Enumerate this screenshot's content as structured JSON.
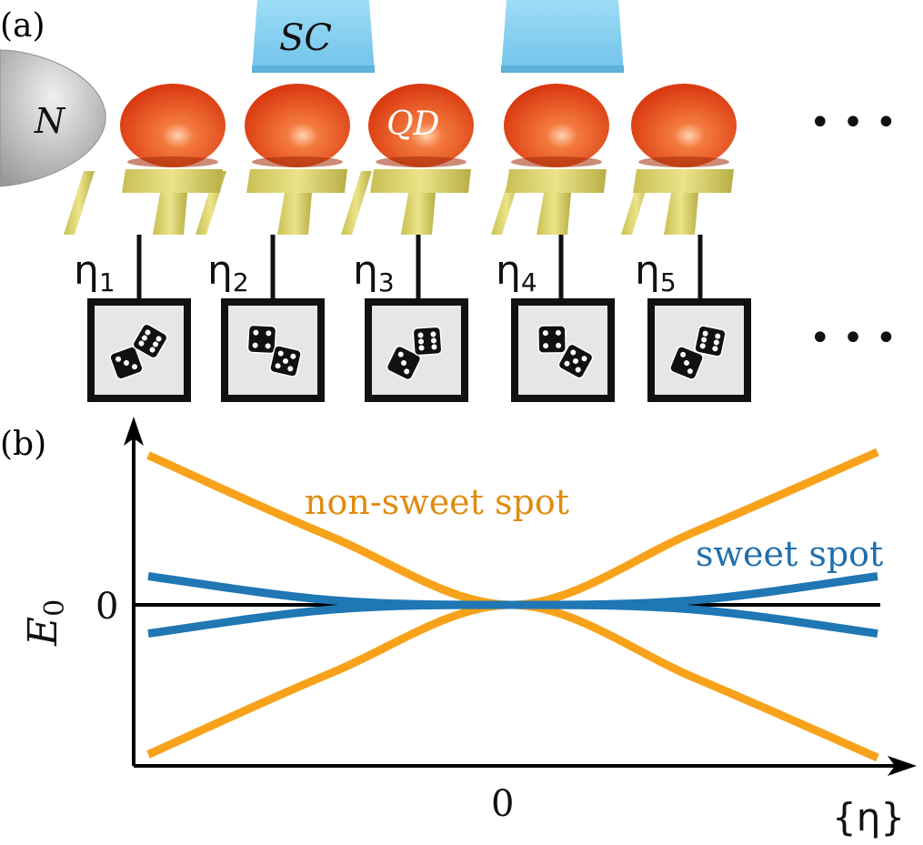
{
  "panel_a": {
    "label": "(a)",
    "lead_label": "N",
    "superconductor_label": "SC",
    "dot_label": "QD",
    "dot_count": 5,
    "ellipsis": "• • •",
    "disorder": [
      {
        "symbol": "η",
        "index": "1"
      },
      {
        "symbol": "η",
        "index": "2"
      },
      {
        "symbol": "η",
        "index": "3"
      },
      {
        "symbol": "η",
        "index": "4"
      },
      {
        "symbol": "η",
        "index": "5"
      }
    ],
    "die_icon": "dice-icon",
    "colors": {
      "dot": "#e4491b",
      "superconductor": "#8ed3f0",
      "gate": "#d9d36a",
      "lead": "#b9b9b9",
      "dice_box": "#e8e8e8"
    }
  },
  "panel_b": {
    "label": "(b)",
    "ylabel": "E",
    "ylabel_sub": "0",
    "xlabel": "{η}",
    "x_tick": "0",
    "y_tick": "0",
    "label_nonsweet": "non-sweet spot",
    "label_sweet": "sweet spot",
    "colors": {
      "nonsweet": "#f7a21b",
      "sweet": "#1f77b4",
      "axis": "#000000"
    }
  },
  "chart_data": {
    "type": "line",
    "x_range": [
      -1,
      1
    ],
    "y_range": [
      -1,
      1
    ],
    "series": [
      {
        "name": "non-sweet spot",
        "x": [
          -1,
          -0.5,
          0,
          0.5,
          1
        ],
        "y": [
          0.94,
          0.43,
          0,
          0.46,
          0.96
        ]
      },
      {
        "name": "non-sweet spot",
        "x": [
          -1,
          -0.5,
          0,
          0.5,
          1
        ],
        "y": [
          -0.94,
          -0.43,
          0,
          -0.46,
          -0.96
        ]
      },
      {
        "name": "sweet spot",
        "x": [
          -1,
          -0.5,
          0,
          0.5,
          1
        ],
        "y": [
          0.18,
          0.03,
          0,
          0.03,
          0.18
        ]
      },
      {
        "name": "sweet spot",
        "x": [
          -1,
          -0.5,
          0,
          0.5,
          1
        ],
        "y": [
          -0.18,
          -0.03,
          0,
          -0.03,
          -0.18
        ]
      }
    ]
  }
}
